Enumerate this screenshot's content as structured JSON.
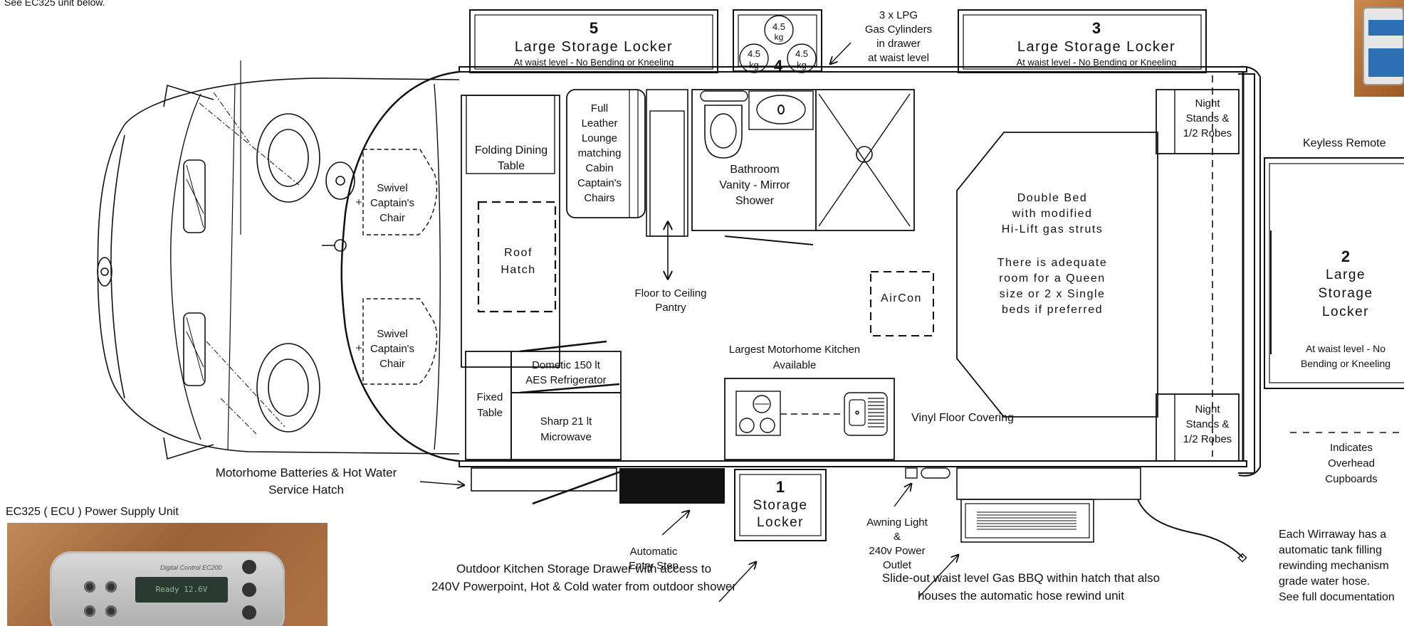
{
  "top_left_note": "See EC325 unit below.",
  "ec325_caption": "EC325 ( ECU ) Power Supply Unit",
  "ec325_brand": "Digital Control EC200",
  "ec325_display": "Ready 12.6V",
  "keyless_caption": "Keyless Remote",
  "lockers": {
    "locker5": {
      "number": "5",
      "title": "Large Storage Locker",
      "sub": "At waist level - No Bending or Kneeling"
    },
    "locker3": {
      "number": "3",
      "title": "Large Storage Locker",
      "sub": "At waist level - No Bending or Kneeling"
    },
    "locker4": {
      "number": "4",
      "cyl_top": "4.5",
      "cyl_top_unit": "kg",
      "cyl_left": "4.5",
      "cyl_left_unit": "kg",
      "cyl_right": "4.5",
      "cyl_right_unit": "kg"
    },
    "locker2": {
      "number": "2",
      "title_l1": "Large",
      "title_l2": "Storage",
      "title_l3": "Locker",
      "sub_l1": "At waist level - No",
      "sub_l2": "Bending or Kneeling"
    },
    "locker1": {
      "number": "1",
      "title_l1": "Storage",
      "title_l2": "Locker"
    }
  },
  "lpg": {
    "l1": "3 x LPG",
    "l2": "Gas Cylinders",
    "l3": "in drawer",
    "l4": "at waist level"
  },
  "rooms": {
    "dining_l1": "Folding Dining",
    "dining_l2": "Table",
    "lounge": [
      "Full",
      "Leather",
      "Lounge",
      "matching",
      "Cabin",
      "Captain's",
      "Chairs"
    ],
    "bath_l1": "Bathroom",
    "bath_l2": "Vanity - Mirror",
    "bath_l3": "Shower",
    "swivel_l1": "Swivel",
    "swivel_l2": "Captain's",
    "swivel_l3": "Chair",
    "roof_l1": "Roof",
    "roof_l2": "Hatch",
    "pantry_l1": "Floor to Ceiling",
    "pantry_l2": "Pantry",
    "aircon": "AirCon",
    "bed": [
      "Double Bed",
      "with modified",
      "Hi-Lift gas struts",
      "",
      "There is adequate",
      "room for a Queen",
      "size or 2 x Single",
      "beds if preferred"
    ],
    "night_l1": "Night",
    "night_l2": "Stands &",
    "night_l3": "1/2 Robes",
    "kitchen_l1": "Largest Motorhome Kitchen",
    "kitchen_l2": "Available",
    "fridge_l1": "Dometic 150 lt",
    "fridge_l2": "AES Refrigerator",
    "micro_l1": "Sharp 21 lt",
    "micro_l2": "Microwave",
    "fixed_l1": "Fixed",
    "fixed_l2": "Table",
    "vinyl": "Vinyl Floor Covering"
  },
  "callouts": {
    "batt_l1": "Motorhome Batteries & Hot Water",
    "batt_l2": "Service Hatch",
    "step_l1": "Automatic",
    "step_l2": "Entry Step",
    "awning_l1": "Awning Light",
    "awning_l2": "&",
    "awning_l3": "240v Power",
    "awning_l4": "Outlet",
    "outdoor_l1": "Outdoor Kitchen Storage Drawer with access to",
    "outdoor_l2": "240V Powerpoint, Hot & Cold water from outdoor shower",
    "bbq_l1": "Slide-out waist level Gas BBQ within hatch that also",
    "bbq_l2": "houses the automatic hose rewind unit",
    "overhead_l1": "Indicates",
    "overhead_l2": "Overhead",
    "overhead_l3": "Cupboards",
    "wirraway_l1": "Each Wirraway has a",
    "wirraway_l2": "automatic tank filling",
    "wirraway_l3": "rewinding mechanism",
    "wirraway_l4": "grade water hose.",
    "wirraway_l5": "See full documentation"
  }
}
